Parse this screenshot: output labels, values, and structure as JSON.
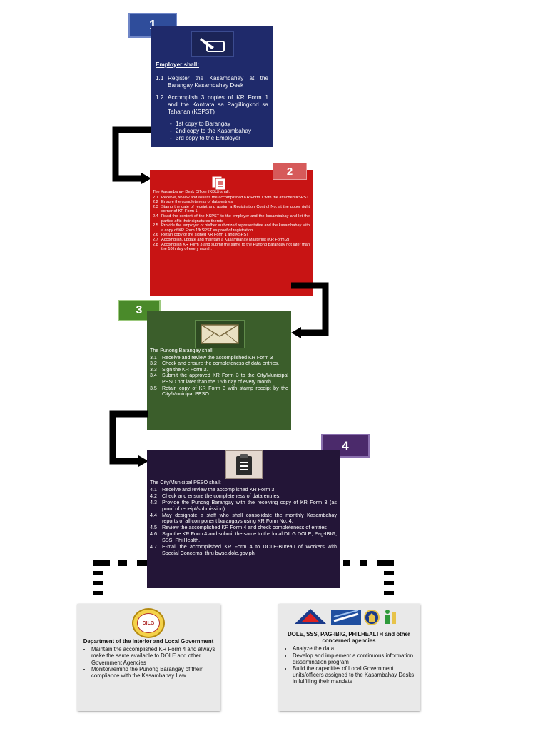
{
  "steps": [
    {
      "number": "1",
      "icon": "hand-writing-icon",
      "color": "#1f2a6b",
      "badge_color": "#2f4d9b",
      "header": "Employer shall:",
      "items": [
        {
          "num": "1.1",
          "text": "Register the Kasambahay at the Barangay Kasambahay Desk"
        },
        {
          "num": "1.2",
          "text": "Accomplish 3 copies of KR Form 1 and the Kontrata sa Pagiilingkod sa Tahanan (KSPST)"
        },
        {
          "num": "-",
          "text": "1st copy to Barangay"
        },
        {
          "num": "-",
          "text": "2nd copy to the Kasambahay"
        },
        {
          "num": "-",
          "text": "3rd copy to the Employer"
        }
      ]
    },
    {
      "number": "2",
      "icon": "documents-icon",
      "color": "#c81414",
      "badge_color": "#d65a5a",
      "header": "The Kasambahay Desk Officer (KDO) shall:",
      "items": [
        {
          "num": "2.1",
          "text": "Receive, review and assess the accomplished KR Form 1 with the attached KSPST"
        },
        {
          "num": "2.2",
          "text": "Ensure the completeness of data entries"
        },
        {
          "num": "2.3",
          "text": "Stamp the date of receipt and assign a Registration Control No. at the upper right corner of KR Form 1"
        },
        {
          "num": "2.4",
          "text": "Read the content of the KSPST to the employer and the kasambahay and let the parties affix their signatures thereto"
        },
        {
          "num": "2.5",
          "text": "Provide the employer or his/her authorized representative and the kasambahay with a copy of KR Form 1/KSPST as proof of registration"
        },
        {
          "num": "2.6",
          "text": "Retain copy of the signed KR Form 1 and KSPST"
        },
        {
          "num": "2.7",
          "text": "Accomplish, update and maintain a Kasambahay Masterlist (KR Form 2)"
        },
        {
          "num": "2.8",
          "text": "Accomplish KR Form 3 and submit the same to the Punong Barangay not later than the 10th day of every month."
        }
      ]
    },
    {
      "number": "3",
      "icon": "envelope-icon",
      "color": "#3b5e2b",
      "badge_color": "#4a8a2a",
      "header": "The Punong Barangay shall:",
      "items": [
        {
          "num": "3.1",
          "text": "Receive and review the accomplished KR Form 3"
        },
        {
          "num": "3.2",
          "text": "Check and ensure the completeness of data entries."
        },
        {
          "num": "3.3",
          "text": "Sign the KR Form 3."
        },
        {
          "num": "3.4",
          "text": "Submit the approved KR Form 3 to the City/Municipal PESO not later than the 15th day of every month."
        },
        {
          "num": "3.5",
          "text": "Retain copy of KR Form 3 with stamp receipt by the City/Municipal PESO"
        }
      ]
    },
    {
      "number": "4",
      "icon": "clipboard-icon",
      "color": "#231537",
      "badge_color": "#4b2a6b",
      "header": "The City/Municipal PESO shall:",
      "items": [
        {
          "num": "4.1",
          "text": "Receive and review the accomplished KR Form 3."
        },
        {
          "num": "4.2",
          "text": "Check and ensure the completeness of data entries."
        },
        {
          "num": "4.3",
          "text": "Provide the Punong Barangay with the receiving copy of KR Form 3 (as proof of receipt/submission)."
        },
        {
          "num": "4.4",
          "text": "May designate a staff who shall consolidate the monthly Kasambahay reports of all component barangays using KR Form No. 4."
        },
        {
          "num": "4.5",
          "text": "Review the accomplished KR Form 4 and check completeness of entries"
        },
        {
          "num": "4.6",
          "text": "Sign the KR Form 4 and submit the same to the local DILG DOLE, Pag-IBIG, SSS, PhilHealth."
        },
        {
          "num": "4.7",
          "text": "E-mail the accomplished KR Form 4 to DOLE-Bureau of Workers with Special Concerns, thru bwsc.dole.gov.ph"
        }
      ]
    }
  ],
  "panels": {
    "dilg": {
      "logo_text": "DILG",
      "title": "Department of the Interior and Local Government",
      "bullets": [
        "Maintain the accomplished KR Form 4 and always make the same available to DOLE and other Government Agencies",
        "Monitor/remind the Punong Barangay of their compliance with the Kasambahay Law"
      ]
    },
    "agencies": {
      "title": "DOLE, SSS, PAG-IBIG, PHILHEALTH and other concerned agencies",
      "bullets": [
        "Analyze the data",
        "Develop and implement a continuous information dissemination program",
        "Build the capacities of Local Government units/officers assigned to the Kasambahay Desks in fulfilling their mandate"
      ]
    }
  }
}
